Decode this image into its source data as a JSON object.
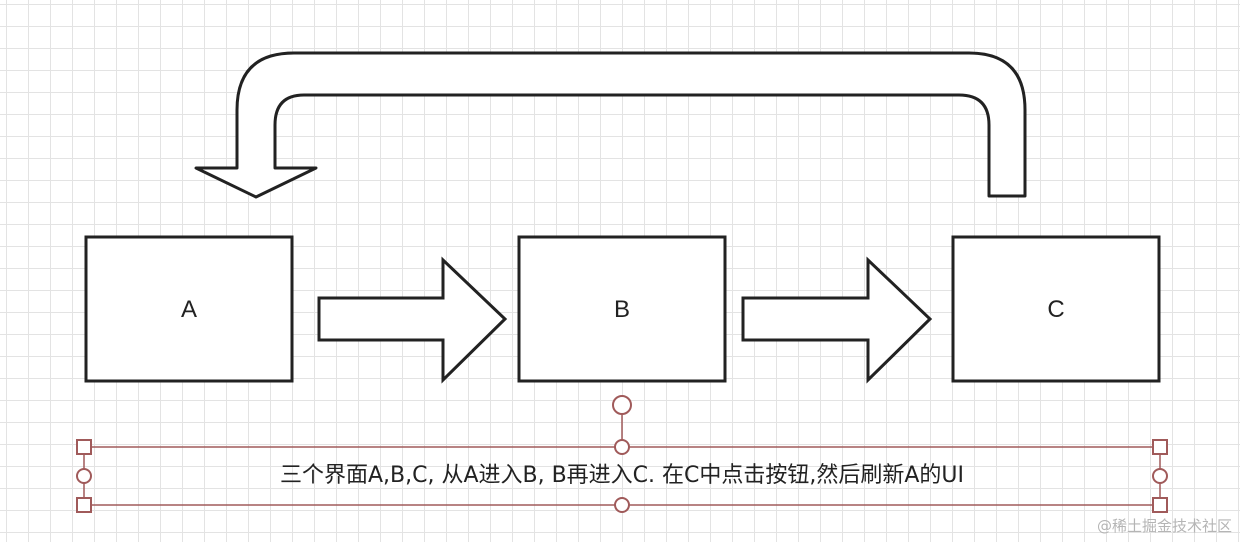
{
  "diagram": {
    "nodes": [
      {
        "id": "A",
        "label": "A"
      },
      {
        "id": "B",
        "label": "B"
      },
      {
        "id": "C",
        "label": "C"
      }
    ],
    "edges": [
      {
        "from": "A",
        "to": "B"
      },
      {
        "from": "B",
        "to": "C"
      },
      {
        "from": "C",
        "to": "A"
      }
    ],
    "caption": "三个界面A,B,C, 从A进入B, B再进入C. 在C中点击按钮,然后刷新A的UI",
    "stroke_color": "#222222",
    "selection_color": "#a05a5a"
  },
  "watermark": "@稀土掘金技术社区"
}
